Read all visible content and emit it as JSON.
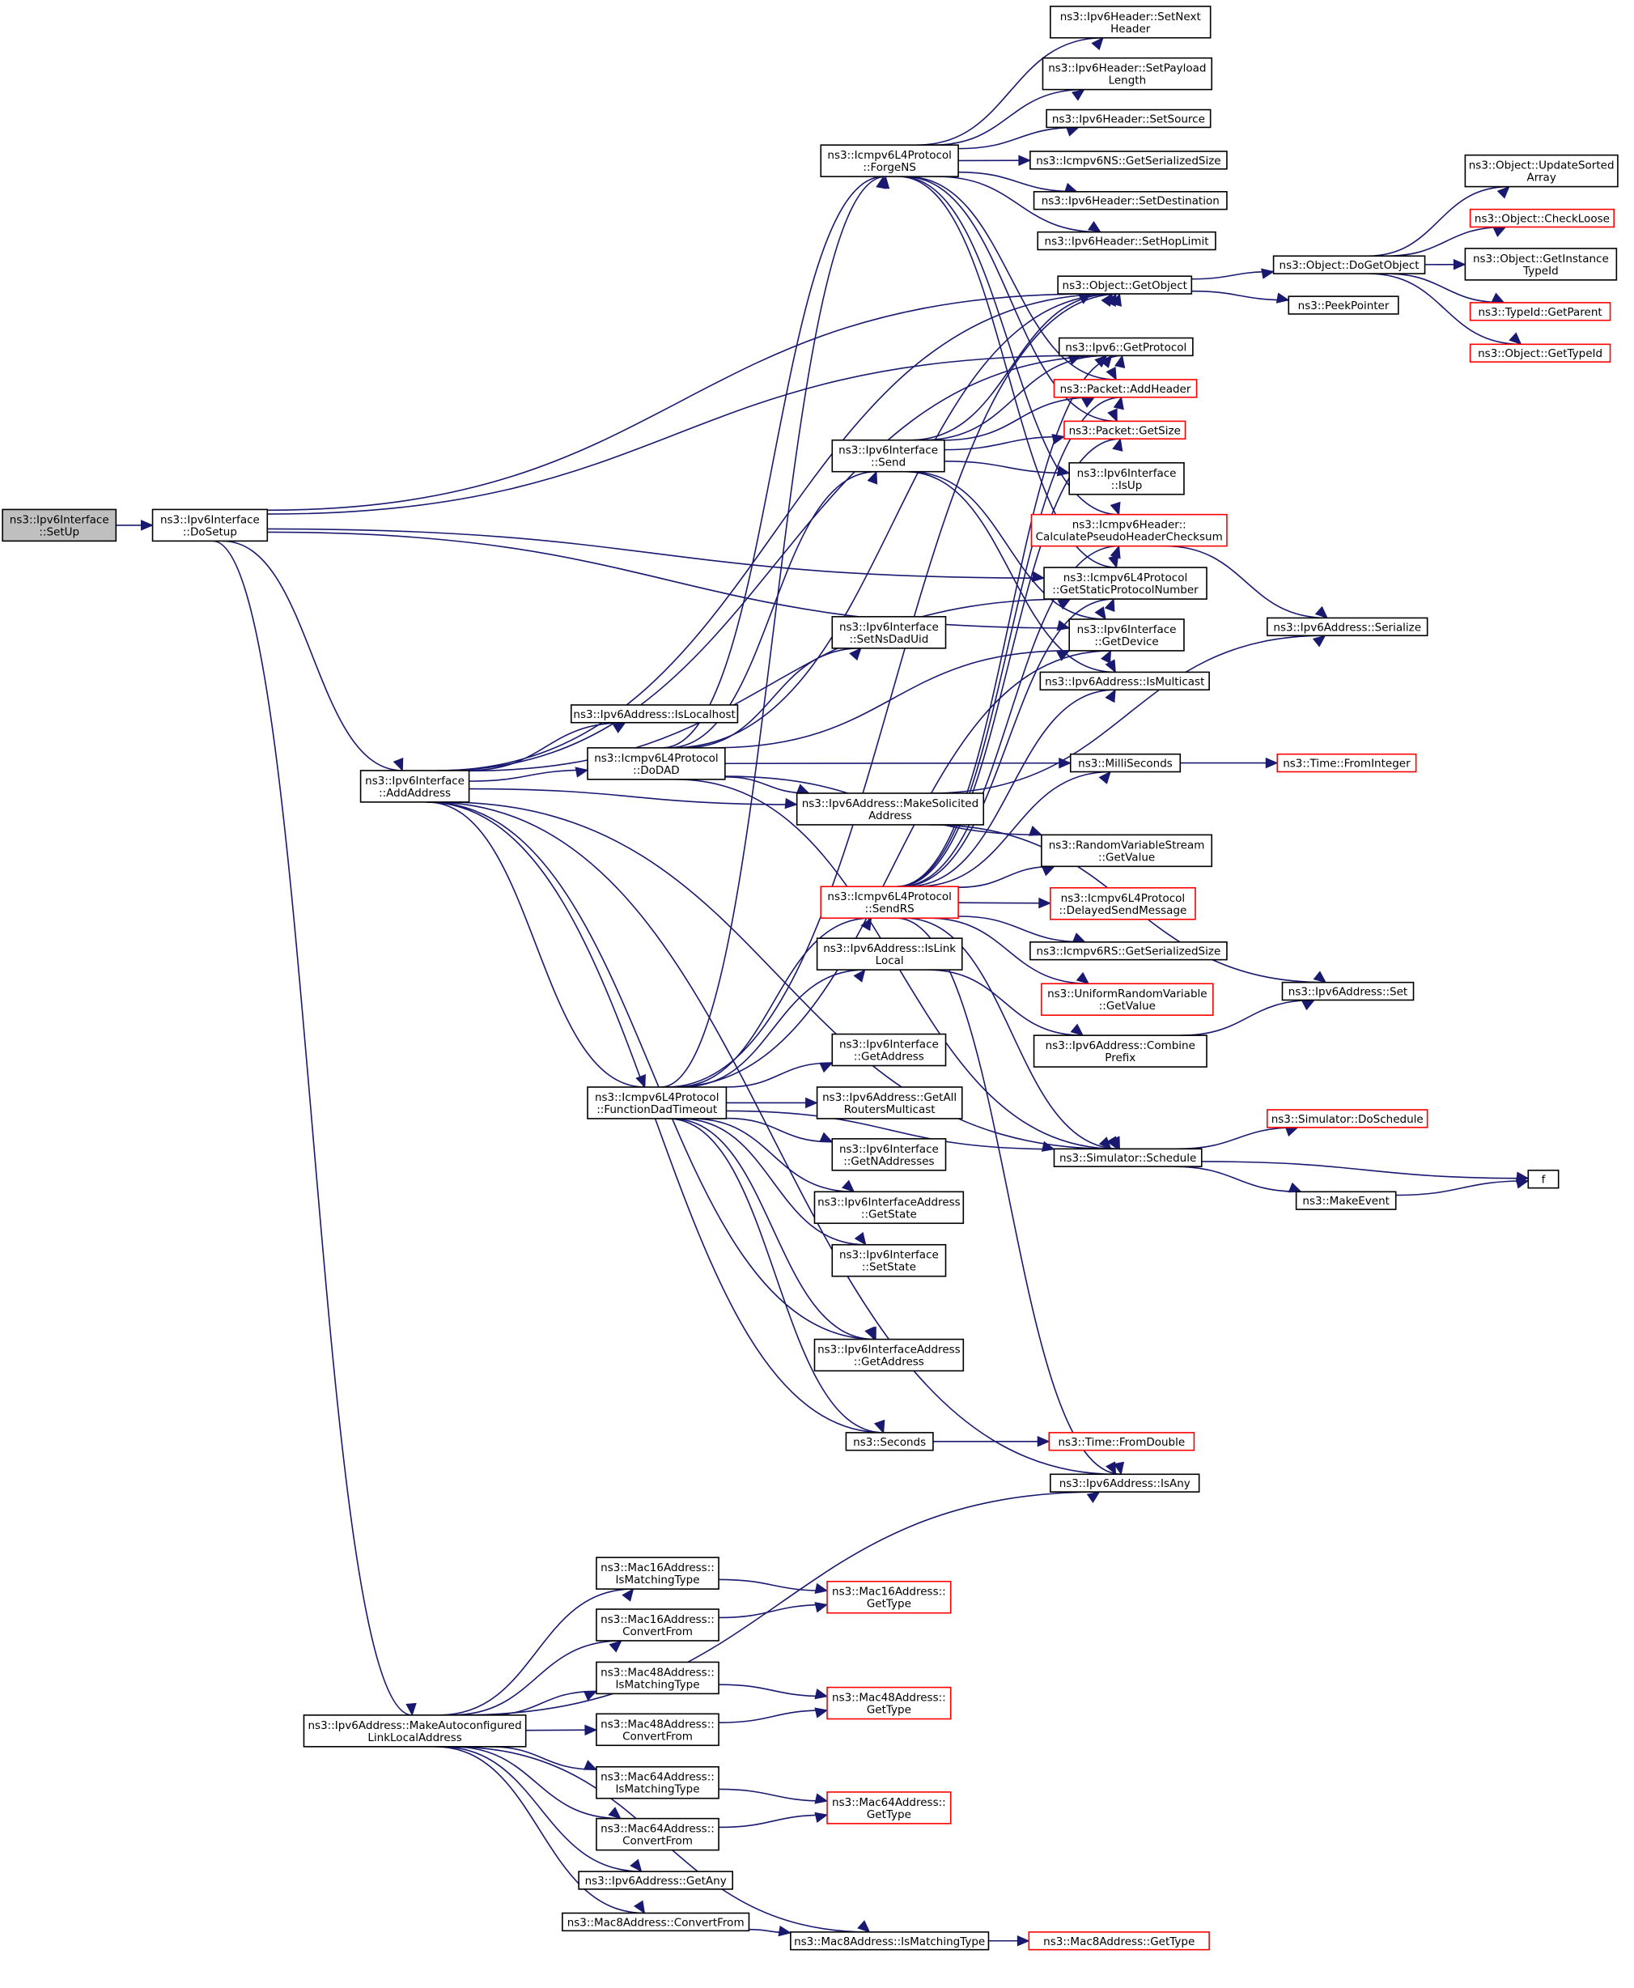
{
  "title": "Call graph of ns3::Ipv6Interface::SetUp",
  "colors": {
    "edge": "#191970",
    "root_fill": "#bfbfbf",
    "node_border": "#000000",
    "external_border": "#ff0000"
  },
  "nodes": [
    {
      "id": "setup",
      "lines": [
        "ns3::Ipv6Interface",
        "::SetUp"
      ],
      "kind": "root"
    },
    {
      "id": "dosetup",
      "lines": [
        "ns3::Ipv6Interface",
        "::DoSetup"
      ],
      "kind": "normal"
    },
    {
      "id": "addaddress",
      "lines": [
        "ns3::Ipv6Interface",
        "::AddAddress"
      ],
      "kind": "normal"
    },
    {
      "id": "makeauto",
      "lines": [
        "ns3::Ipv6Address::MakeAutoconfigured",
        "LinkLocalAddress"
      ],
      "kind": "normal"
    },
    {
      "id": "islocalhost",
      "lines": [
        "ns3::Ipv6Address::IsLocalhost"
      ],
      "kind": "normal"
    },
    {
      "id": "dodad",
      "lines": [
        "ns3::Icmpv6L4Protocol",
        "::DoDAD"
      ],
      "kind": "normal"
    },
    {
      "id": "fdt",
      "lines": [
        "ns3::Icmpv6L4Protocol",
        "::FunctionDadTimeout"
      ],
      "kind": "normal"
    },
    {
      "id": "forgens",
      "lines": [
        "ns3::Icmpv6L4Protocol",
        "::ForgeNS"
      ],
      "kind": "normal"
    },
    {
      "id": "send",
      "lines": [
        "ns3::Ipv6Interface",
        "::Send"
      ],
      "kind": "normal"
    },
    {
      "id": "setnsdaduid",
      "lines": [
        "ns3::Ipv6Interface",
        "::SetNsDadUid"
      ],
      "kind": "normal"
    },
    {
      "id": "makesolicited",
      "lines": [
        "ns3::Ipv6Address::MakeSolicited",
        "Address"
      ],
      "kind": "normal"
    },
    {
      "id": "sendrs",
      "lines": [
        "ns3::Icmpv6L4Protocol",
        "::SendRS"
      ],
      "kind": "red"
    },
    {
      "id": "islinklocal",
      "lines": [
        "ns3::Ipv6Address::IsLink",
        "Local"
      ],
      "kind": "normal"
    },
    {
      "id": "ifgetaddress",
      "lines": [
        "ns3::Ipv6Interface",
        "::GetAddress"
      ],
      "kind": "normal"
    },
    {
      "id": "getallrouters",
      "lines": [
        "ns3::Ipv6Address::GetAll",
        "RoutersMulticast"
      ],
      "kind": "normal"
    },
    {
      "id": "getnaddresses",
      "lines": [
        "ns3::Ipv6Interface",
        "::GetNAddresses"
      ],
      "kind": "normal"
    },
    {
      "id": "iaGetState",
      "lines": [
        "ns3::Ipv6InterfaceAddress",
        "::GetState"
      ],
      "kind": "normal"
    },
    {
      "id": "setstate",
      "lines": [
        "ns3::Ipv6Interface",
        "::SetState"
      ],
      "kind": "normal"
    },
    {
      "id": "iaGetAddress",
      "lines": [
        "ns3::Ipv6InterfaceAddress",
        "::GetAddress"
      ],
      "kind": "normal"
    },
    {
      "id": "seconds",
      "lines": [
        "ns3::Seconds"
      ],
      "kind": "normal"
    },
    {
      "id": "setnext",
      "lines": [
        "ns3::Ipv6Header::SetNext",
        "Header"
      ],
      "kind": "normal"
    },
    {
      "id": "setpayload",
      "lines": [
        "ns3::Ipv6Header::SetPayload",
        "Length"
      ],
      "kind": "normal"
    },
    {
      "id": "setsource",
      "lines": [
        "ns3::Ipv6Header::SetSource"
      ],
      "kind": "normal"
    },
    {
      "id": "nsgetsize",
      "lines": [
        "ns3::Icmpv6NS::GetSerializedSize"
      ],
      "kind": "normal"
    },
    {
      "id": "setdest",
      "lines": [
        "ns3::Ipv6Header::SetDestination"
      ],
      "kind": "normal"
    },
    {
      "id": "sethop",
      "lines": [
        "ns3::Ipv6Header::SetHopLimit"
      ],
      "kind": "normal"
    },
    {
      "id": "getobject",
      "lines": [
        "ns3::Object::GetObject"
      ],
      "kind": "normal"
    },
    {
      "id": "getprotocol",
      "lines": [
        "ns3::Ipv6::GetProtocol"
      ],
      "kind": "normal"
    },
    {
      "id": "addheader",
      "lines": [
        "ns3::Packet::AddHeader"
      ],
      "kind": "red"
    },
    {
      "id": "getsize",
      "lines": [
        "ns3::Packet::GetSize"
      ],
      "kind": "red"
    },
    {
      "id": "isup",
      "lines": [
        "ns3::Ipv6Interface",
        "::IsUp"
      ],
      "kind": "normal"
    },
    {
      "id": "calcpseudo",
      "lines": [
        "ns3::Icmpv6Header::",
        "CalculatePseudoHeaderChecksum"
      ],
      "kind": "red"
    },
    {
      "id": "getstaticproto",
      "lines": [
        "ns3::Icmpv6L4Protocol",
        "::GetStaticProtocolNumber"
      ],
      "kind": "normal"
    },
    {
      "id": "getdevice",
      "lines": [
        "ns3::Ipv6Interface",
        "::GetDevice"
      ],
      "kind": "normal"
    },
    {
      "id": "ismulticast",
      "lines": [
        "ns3::Ipv6Address::IsMulticast"
      ],
      "kind": "normal"
    },
    {
      "id": "milliseconds",
      "lines": [
        "ns3::MilliSeconds"
      ],
      "kind": "normal"
    },
    {
      "id": "rvsgetvalue",
      "lines": [
        "ns3::RandomVariableStream",
        "::GetValue"
      ],
      "kind": "normal"
    },
    {
      "id": "delayedsend",
      "lines": [
        "ns3::Icmpv6L4Protocol",
        "::DelayedSendMessage"
      ],
      "kind": "red"
    },
    {
      "id": "rsgetsize",
      "lines": [
        "ns3::Icmpv6RS::GetSerializedSize"
      ],
      "kind": "normal"
    },
    {
      "id": "urvgetvalue",
      "lines": [
        "ns3::UniformRandomVariable",
        "::GetValue"
      ],
      "kind": "red"
    },
    {
      "id": "combineprefix",
      "lines": [
        "ns3::Ipv6Address::Combine",
        "Prefix"
      ],
      "kind": "normal"
    },
    {
      "id": "schedule",
      "lines": [
        "ns3::Simulator::Schedule"
      ],
      "kind": "normal"
    },
    {
      "id": "fromdouble",
      "lines": [
        "ns3::Time::FromDouble"
      ],
      "kind": "red"
    },
    {
      "id": "isany",
      "lines": [
        "ns3::Ipv6Address::IsAny"
      ],
      "kind": "normal"
    },
    {
      "id": "dogetobject",
      "lines": [
        "ns3::Object::DoGetObject"
      ],
      "kind": "normal"
    },
    {
      "id": "peekpointer",
      "lines": [
        "ns3::PeekPointer"
      ],
      "kind": "normal"
    },
    {
      "id": "updatesorted",
      "lines": [
        "ns3::Object::UpdateSorted",
        "Array"
      ],
      "kind": "normal"
    },
    {
      "id": "checkloose",
      "lines": [
        "ns3::Object::CheckLoose"
      ],
      "kind": "red"
    },
    {
      "id": "getinstancetypeid",
      "lines": [
        "ns3::Object::GetInstance",
        "TypeId"
      ],
      "kind": "normal"
    },
    {
      "id": "getparent",
      "lines": [
        "ns3::TypeId::GetParent"
      ],
      "kind": "red"
    },
    {
      "id": "gettypeid",
      "lines": [
        "ns3::Object::GetTypeId"
      ],
      "kind": "red"
    },
    {
      "id": "serialize",
      "lines": [
        "ns3::Ipv6Address::Serialize"
      ],
      "kind": "normal"
    },
    {
      "id": "frominteger",
      "lines": [
        "ns3::Time::FromInteger"
      ],
      "kind": "red"
    },
    {
      "id": "ipv6set",
      "lines": [
        "ns3::Ipv6Address::Set"
      ],
      "kind": "normal"
    },
    {
      "id": "doschedule",
      "lines": [
        "ns3::Simulator::DoSchedule"
      ],
      "kind": "red"
    },
    {
      "id": "makeevent",
      "lines": [
        "ns3::MakeEvent"
      ],
      "kind": "normal"
    },
    {
      "id": "f",
      "lines": [
        "f"
      ],
      "kind": "normal"
    },
    {
      "id": "m16match",
      "lines": [
        "ns3::Mac16Address::",
        "IsMatchingType"
      ],
      "kind": "normal"
    },
    {
      "id": "m16conv",
      "lines": [
        "ns3::Mac16Address::",
        "ConvertFrom"
      ],
      "kind": "normal"
    },
    {
      "id": "m48match",
      "lines": [
        "ns3::Mac48Address::",
        "IsMatchingType"
      ],
      "kind": "normal"
    },
    {
      "id": "m48conv",
      "lines": [
        "ns3::Mac48Address::",
        "ConvertFrom"
      ],
      "kind": "normal"
    },
    {
      "id": "m64match",
      "lines": [
        "ns3::Mac64Address::",
        "IsMatchingType"
      ],
      "kind": "normal"
    },
    {
      "id": "m64conv",
      "lines": [
        "ns3::Mac64Address::",
        "ConvertFrom"
      ],
      "kind": "normal"
    },
    {
      "id": "getany",
      "lines": [
        "ns3::Ipv6Address::GetAny"
      ],
      "kind": "normal"
    },
    {
      "id": "m8conv",
      "lines": [
        "ns3::Mac8Address::ConvertFrom"
      ],
      "kind": "normal"
    },
    {
      "id": "m8match",
      "lines": [
        "ns3::Mac8Address::IsMatchingType"
      ],
      "kind": "normal"
    },
    {
      "id": "m16type",
      "lines": [
        "ns3::Mac16Address::",
        "GetType"
      ],
      "kind": "red"
    },
    {
      "id": "m48type",
      "lines": [
        "ns3::Mac48Address::",
        "GetType"
      ],
      "kind": "red"
    },
    {
      "id": "m64type",
      "lines": [
        "ns3::Mac64Address::",
        "GetType"
      ],
      "kind": "red"
    },
    {
      "id": "m8type",
      "lines": [
        "ns3::Mac8Address::GetType"
      ],
      "kind": "red"
    }
  ],
  "edges": [
    [
      "setup",
      "dosetup"
    ],
    [
      "dosetup",
      "getobject"
    ],
    [
      "dosetup",
      "getprotocol"
    ],
    [
      "dosetup",
      "getstaticproto"
    ],
    [
      "dosetup",
      "getdevice"
    ],
    [
      "dosetup",
      "addaddress"
    ],
    [
      "dosetup",
      "makeauto"
    ],
    [
      "addaddress",
      "getobject"
    ],
    [
      "addaddress",
      "islocalhost"
    ],
    [
      "addaddress",
      "dodad"
    ],
    [
      "addaddress",
      "makesolicited"
    ],
    [
      "addaddress",
      "getstaticproto"
    ],
    [
      "addaddress",
      "fdt"
    ],
    [
      "addaddress",
      "iaGetAddress"
    ],
    [
      "addaddress",
      "schedule"
    ],
    [
      "addaddress",
      "seconds"
    ],
    [
      "addaddress",
      "isany"
    ],
    [
      "addaddress",
      "getprotocol"
    ],
    [
      "dodad",
      "forgens"
    ],
    [
      "dodad",
      "getobject"
    ],
    [
      "dodad",
      "send"
    ],
    [
      "dodad",
      "setnsdaduid"
    ],
    [
      "dodad",
      "getdevice"
    ],
    [
      "dodad",
      "milliseconds"
    ],
    [
      "dodad",
      "makesolicited"
    ],
    [
      "dodad",
      "rvsgetvalue"
    ],
    [
      "dodad",
      "schedule"
    ],
    [
      "fdt",
      "sendrs"
    ],
    [
      "fdt",
      "islinklocal"
    ],
    [
      "fdt",
      "ifgetaddress"
    ],
    [
      "fdt",
      "getallrouters"
    ],
    [
      "fdt",
      "getnaddresses"
    ],
    [
      "fdt",
      "iaGetState"
    ],
    [
      "fdt",
      "setstate"
    ],
    [
      "fdt",
      "iaGetAddress"
    ],
    [
      "fdt",
      "seconds"
    ],
    [
      "fdt",
      "schedule"
    ],
    [
      "fdt",
      "getobject"
    ],
    [
      "fdt",
      "forgens"
    ],
    [
      "fdt",
      "getdevice"
    ],
    [
      "forgens",
      "setnext"
    ],
    [
      "forgens",
      "setpayload"
    ],
    [
      "forgens",
      "setsource"
    ],
    [
      "forgens",
      "nsgetsize"
    ],
    [
      "forgens",
      "setdest"
    ],
    [
      "forgens",
      "sethop"
    ],
    [
      "forgens",
      "addheader"
    ],
    [
      "forgens",
      "getsize"
    ],
    [
      "forgens",
      "calcpseudo"
    ],
    [
      "forgens",
      "getstaticproto"
    ],
    [
      "send",
      "getobject"
    ],
    [
      "send",
      "getprotocol"
    ],
    [
      "send",
      "addheader"
    ],
    [
      "send",
      "isup"
    ],
    [
      "send",
      "getdevice"
    ],
    [
      "send",
      "ismulticast"
    ],
    [
      "send",
      "getsize"
    ],
    [
      "sendrs",
      "getprotocol"
    ],
    [
      "sendrs",
      "addheader"
    ],
    [
      "sendrs",
      "getsize"
    ],
    [
      "sendrs",
      "calcpseudo"
    ],
    [
      "sendrs",
      "getstaticproto"
    ],
    [
      "sendrs",
      "ismulticast"
    ],
    [
      "sendrs",
      "milliseconds"
    ],
    [
      "sendrs",
      "rvsgetvalue"
    ],
    [
      "sendrs",
      "delayedsend"
    ],
    [
      "sendrs",
      "rsgetsize"
    ],
    [
      "sendrs",
      "urvgetvalue"
    ],
    [
      "sendrs",
      "schedule"
    ],
    [
      "sendrs",
      "isany"
    ],
    [
      "islinklocal",
      "combineprefix"
    ],
    [
      "makesolicited",
      "serialize"
    ],
    [
      "makesolicited",
      "ipv6set"
    ],
    [
      "calcpseudo",
      "serialize"
    ],
    [
      "combineprefix",
      "ipv6set"
    ],
    [
      "getobject",
      "dogetobject"
    ],
    [
      "getobject",
      "peekpointer"
    ],
    [
      "dogetobject",
      "updatesorted"
    ],
    [
      "dogetobject",
      "checkloose"
    ],
    [
      "dogetobject",
      "getinstancetypeid"
    ],
    [
      "dogetobject",
      "getparent"
    ],
    [
      "dogetobject",
      "gettypeid"
    ],
    [
      "milliseconds",
      "frominteger"
    ],
    [
      "schedule",
      "doschedule"
    ],
    [
      "schedule",
      "makeevent"
    ],
    [
      "schedule",
      "f"
    ],
    [
      "makeevent",
      "f"
    ],
    [
      "seconds",
      "fromdouble"
    ],
    [
      "makeauto",
      "isany"
    ],
    [
      "makeauto",
      "m16match"
    ],
    [
      "makeauto",
      "m16conv"
    ],
    [
      "makeauto",
      "m48match"
    ],
    [
      "makeauto",
      "m48conv"
    ],
    [
      "makeauto",
      "m64match"
    ],
    [
      "makeauto",
      "m64conv"
    ],
    [
      "makeauto",
      "getany"
    ],
    [
      "makeauto",
      "m8conv"
    ],
    [
      "makeauto",
      "m8match"
    ],
    [
      "m16match",
      "m16type"
    ],
    [
      "m16conv",
      "m16type"
    ],
    [
      "m48match",
      "m48type"
    ],
    [
      "m48conv",
      "m48type"
    ],
    [
      "m64match",
      "m64type"
    ],
    [
      "m64conv",
      "m64type"
    ],
    [
      "m8conv",
      "m8match"
    ],
    [
      "m8match",
      "m8type"
    ]
  ]
}
